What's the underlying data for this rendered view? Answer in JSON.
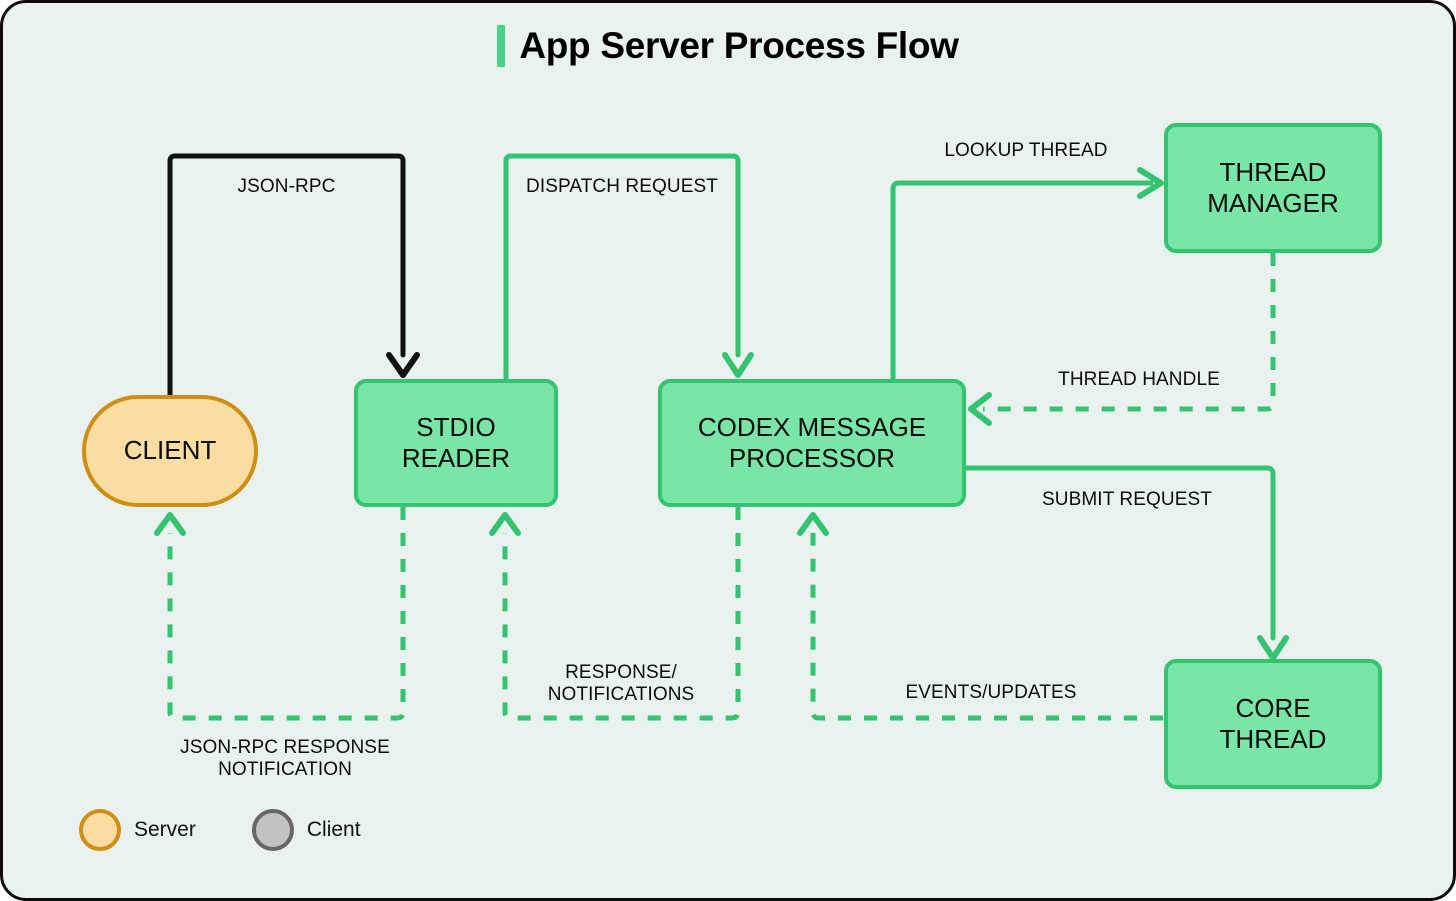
{
  "diagram": {
    "title": "App Server Process Flow",
    "accent_color": "#4ad28b",
    "background_color": "#e9f2ee",
    "border_color": "#0d0d0d"
  },
  "nodes": [
    {
      "id": "client",
      "label": "CLIENT",
      "shape": "stadium",
      "fill": "#fbdda2",
      "stroke": "#cf8f16"
    },
    {
      "id": "stdio",
      "label": "STDIO\nREADER",
      "shape": "rect",
      "fill": "#79e6a8",
      "stroke": "#34c471"
    },
    {
      "id": "codex",
      "label": "CODEX MESSAGE\nPROCESSOR",
      "shape": "rect",
      "fill": "#79e6a8",
      "stroke": "#34c471"
    },
    {
      "id": "threadmgr",
      "label": "THREAD\nMANAGER",
      "shape": "rect",
      "fill": "#79e6a8",
      "stroke": "#34c471"
    },
    {
      "id": "core",
      "label": "CORE\nTHREAD",
      "shape": "rect",
      "fill": "#79e6a8",
      "stroke": "#34c471"
    }
  ],
  "edges": [
    {
      "id": "e1",
      "from": "client",
      "to": "stdio",
      "label": "JSON-RPC",
      "style": "solid",
      "color": "#111111"
    },
    {
      "id": "e2",
      "from": "stdio",
      "to": "codex",
      "label": "DISPATCH REQUEST",
      "style": "solid",
      "color": "#34c471"
    },
    {
      "id": "e3",
      "from": "codex",
      "to": "threadmgr",
      "label": "LOOKUP THREAD",
      "style": "solid",
      "color": "#34c471"
    },
    {
      "id": "e4",
      "from": "threadmgr",
      "to": "codex",
      "label": "THREAD HANDLE",
      "style": "dashed",
      "color": "#34c471"
    },
    {
      "id": "e5",
      "from": "codex",
      "to": "core",
      "label": "SUBMIT REQUEST",
      "style": "solid",
      "color": "#34c471"
    },
    {
      "id": "e6",
      "from": "core",
      "to": "codex",
      "label": "EVENTS/UPDATES",
      "style": "dashed",
      "color": "#34c471"
    },
    {
      "id": "e7",
      "from": "codex",
      "to": "stdio",
      "label": "RESPONSE/\nNOTIFICATIONS",
      "style": "dashed",
      "color": "#34c471"
    },
    {
      "id": "e8",
      "from": "stdio",
      "to": "client",
      "label": "JSON-RPC RESPONSE\nNOTIFICATION",
      "style": "dashed",
      "color": "#34c471"
    }
  ],
  "legend": {
    "items": [
      {
        "label": "Server",
        "fill": "#fbdda2",
        "stroke": "#cf8f16"
      },
      {
        "label": "Client",
        "fill": "#c2c2c2",
        "stroke": "#676767"
      }
    ]
  }
}
